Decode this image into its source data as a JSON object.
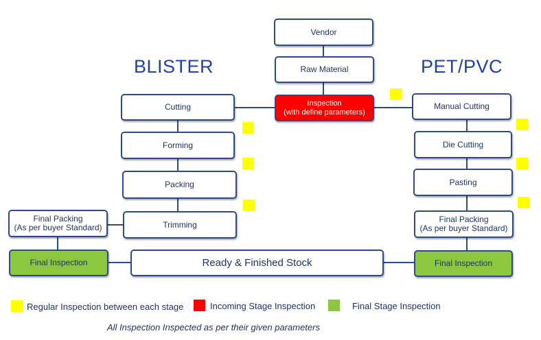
{
  "headings": {
    "left": "BLISTER",
    "right": "PET/PVC"
  },
  "center": {
    "vendor": "Vendor",
    "raw_material": "Raw Material",
    "inspection_line1": "Inspection",
    "inspection_line2": "(with define parameters)"
  },
  "blister": {
    "cutting": "Cutting",
    "forming": "Forming",
    "packing": "Packing",
    "trimming": "Trimming",
    "final_packing_line1": "Final Packing",
    "final_packing_line2": "(As per buyer Standard)",
    "final_inspection": "Final Inspection"
  },
  "petpvc": {
    "manual_cutting": "Manual Cutting",
    "die_cutting": "Die Cutting",
    "pasting": "Pasting",
    "final_packing_line1": "Final Packing",
    "final_packing_line2": "(As per buyer Standard)",
    "final_inspection": "Final Inspection"
  },
  "stock": "Ready & Finished Stock",
  "legend": {
    "regular": "Regular Inspection between each  stage",
    "incoming": "Incoming  Stage Inspection",
    "final": "Final Stage Inspection"
  },
  "note": "All Inspection Inspected as per their given parameters",
  "colors": {
    "regular": "#ffff00",
    "incoming": "#ff0000",
    "final": "#8dc63f",
    "border": "#2b4a8b"
  }
}
